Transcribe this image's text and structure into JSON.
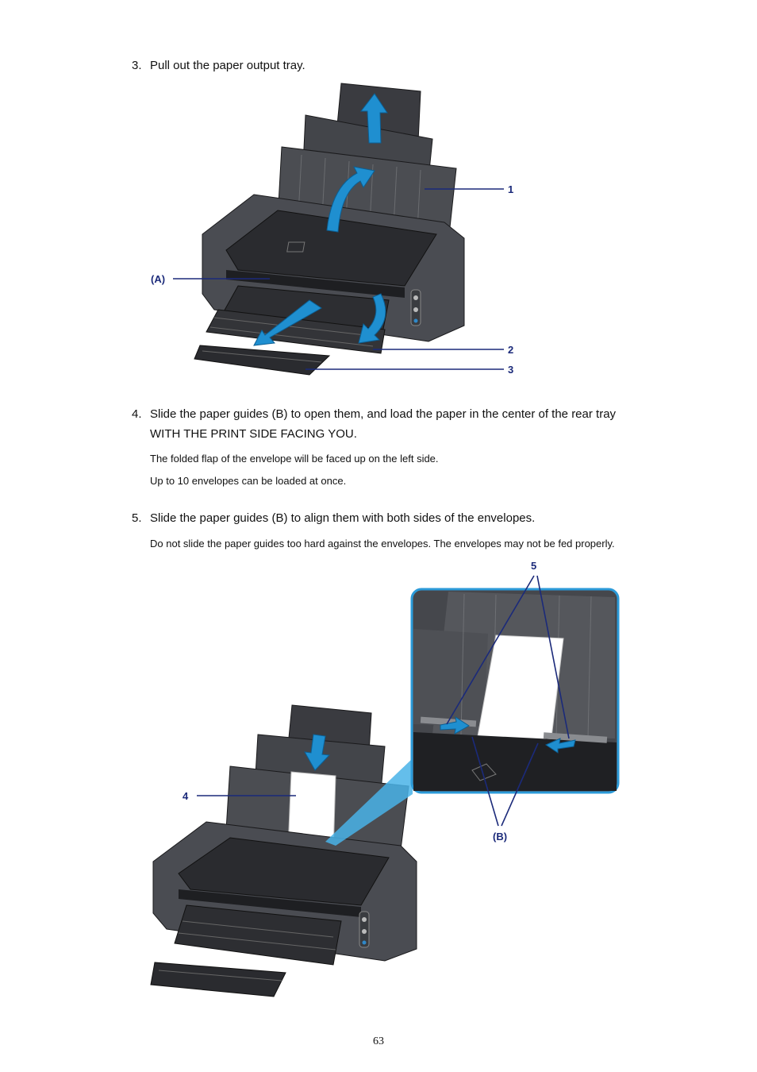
{
  "step3": {
    "number": "3.",
    "text": "Pull out the paper output tray."
  },
  "figure1": {
    "callouts": {
      "c1": "1",
      "c2": "2",
      "c3": "3",
      "cA": "(A)"
    }
  },
  "step4": {
    "number": "4.",
    "line1": "Slide the paper guides (B) to open them, and load the paper in the center of the rear tray",
    "line2": "WITH THE PRINT SIDE FACING YOU.",
    "notes": [
      "The folded flap of the envelope will be faced up on the left side.",
      "Up to 10 envelopes can be loaded at once."
    ]
  },
  "step5": {
    "number": "5.",
    "text": "Slide the paper guides (B) to align them with both sides of the envelopes.",
    "note": "Do not slide the paper guides too hard against the envelopes. The envelopes may not be fed properly."
  },
  "figure2": {
    "callouts": {
      "c4": "4",
      "c5": "5",
      "cB": "(B)"
    }
  },
  "page_number": "63",
  "colors": {
    "arrow": "#1f8fd0",
    "callout": "#1b2a7a",
    "printer_body": "#4a4c52",
    "printer_dark": "#2a2b2f"
  }
}
